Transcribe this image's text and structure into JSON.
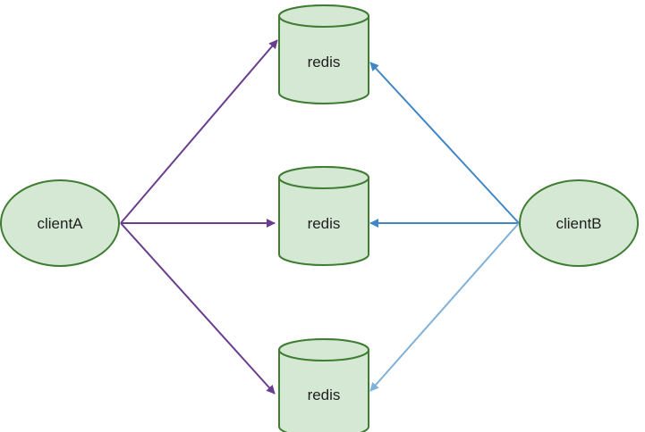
{
  "nodes": {
    "client_a": {
      "label": "clientA"
    },
    "client_b": {
      "label": "clientB"
    },
    "redis_top": {
      "label": "redis"
    },
    "redis_middle": {
      "label": "redis"
    },
    "redis_bottom": {
      "label": "redis"
    }
  },
  "colors": {
    "node_fill": "#d5e8d4",
    "node_stroke": "#3e7d32",
    "client_a_edge": "#6a3d8f",
    "client_b_edge_dark": "#3f87c5",
    "client_b_edge_light": "#7fb1d9"
  }
}
